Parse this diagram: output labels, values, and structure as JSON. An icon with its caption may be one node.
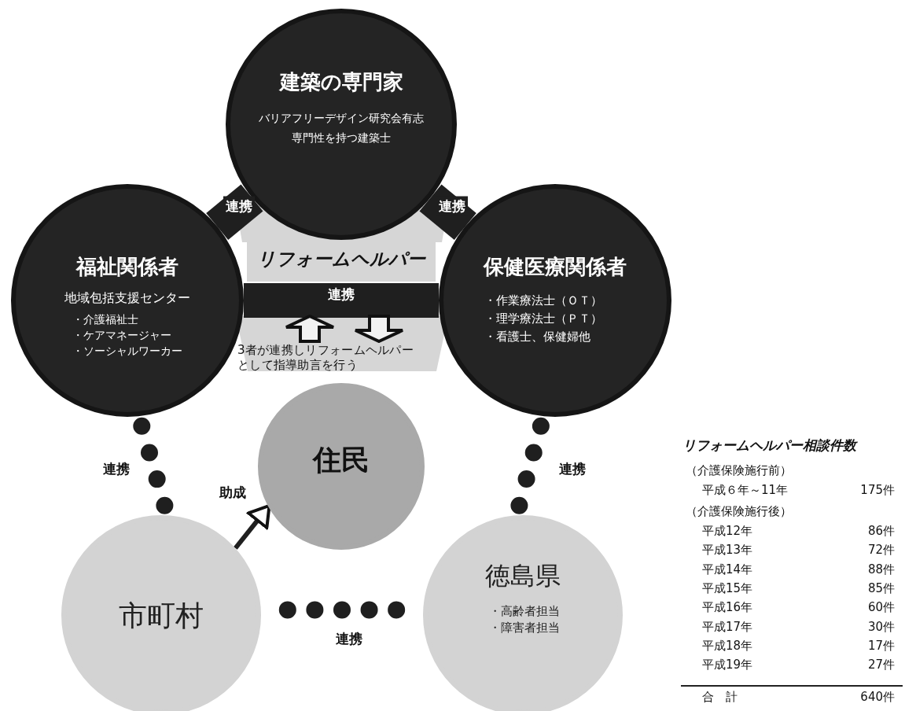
{
  "diagram": {
    "nodes": [
      {
        "text": [
          "建築の専門家",
          "バリアフリーデザイン研究会有志",
          "専門性を持つ建築士"
        ]
      },
      {
        "text": [
          "福祉関係者",
          "地域包括支援センター",
          "・介護福祉士",
          "・ケアマネージャー",
          "・ソーシャルワーカー"
        ]
      },
      {
        "text": [
          "保健医療関係者",
          "・作業療法士（ＯＴ）",
          "・理学療法士（ＰＴ）",
          "・看護士、保健婦他"
        ]
      },
      {
        "text": [
          "リフォームヘルパー"
        ]
      },
      {
        "text": [
          "住民"
        ]
      },
      {
        "text": [
          "市町村"
        ]
      },
      {
        "text": [
          "徳島県",
          "・高齢者担当",
          "・障害者担当"
        ]
      }
    ],
    "edges": [
      {
        "from": 1,
        "to": 0,
        "arrow": "none",
        "label": "連携",
        "style": "thick"
      },
      {
        "from": 0,
        "to": 2,
        "arrow": "none",
        "label": "連携",
        "style": "thick"
      },
      {
        "from": 1,
        "to": 2,
        "arrow": "none",
        "label": "連携",
        "style": "thick"
      },
      {
        "from": 1,
        "to": 5,
        "arrow": "none",
        "label": "連携",
        "style": "dashed"
      },
      {
        "from": 2,
        "to": 6,
        "arrow": "none",
        "label": "連携",
        "style": "dashed"
      },
      {
        "from": 5,
        "to": 6,
        "arrow": "none",
        "label": "連携",
        "style": "dashed"
      },
      {
        "from": 5,
        "to": 4,
        "arrow": "to",
        "label": "助成"
      }
    ],
    "labels": [
      "3者が連携しリフォームヘルパーとして指導助言を行う",
      "リフォームヘルパー相談件数",
      "（介護保険施行前）",
      "平成６年～11年",
      "175件",
      "（介護保険施行後）",
      "平成12年",
      "86件",
      "平成13年",
      "72件",
      "平成14年",
      "88件",
      "平成15年",
      "85件",
      "平成16年",
      "60件",
      "平成17年",
      "30件",
      "平成18年",
      "17件",
      "平成19年",
      "27件",
      "合　計",
      "640件"
    ]
  }
}
